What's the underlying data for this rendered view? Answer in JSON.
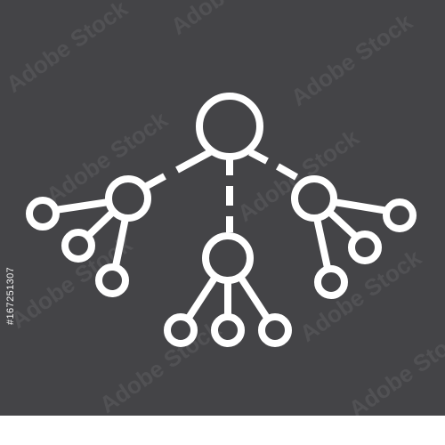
{
  "colors": {
    "background": "#444447",
    "stroke": "#ffffff",
    "watermark": "#ffffff"
  },
  "icon": {
    "name": "network-hierarchy-icon",
    "style": "line"
  },
  "watermark": {
    "text": "Adobe Stock"
  },
  "stock_id": "#167251307"
}
